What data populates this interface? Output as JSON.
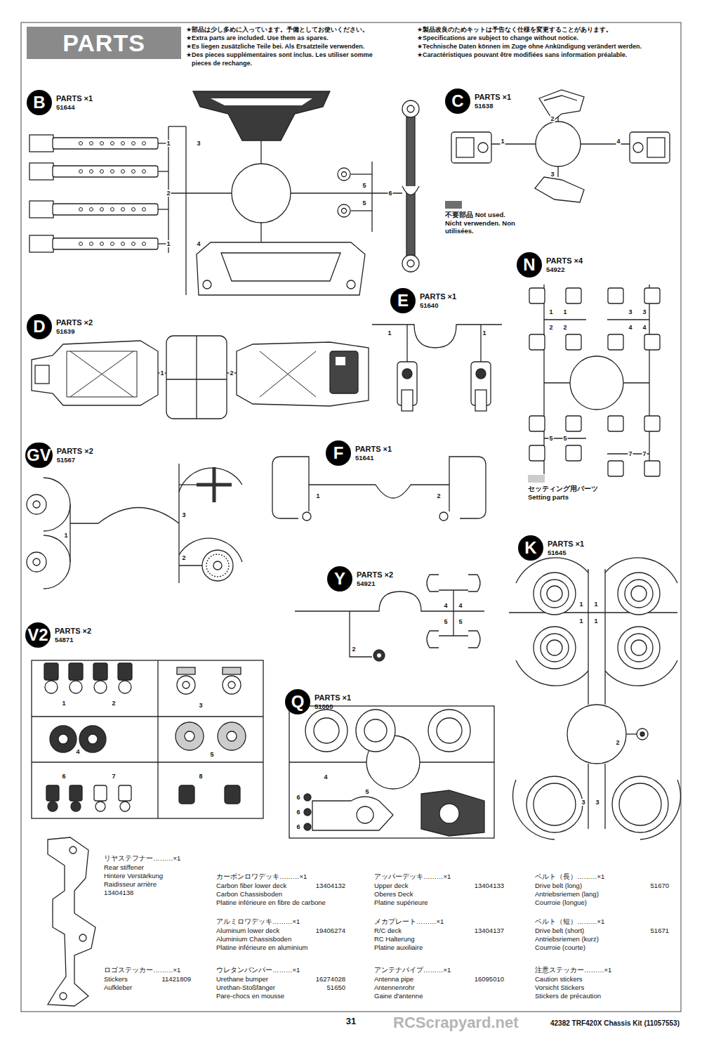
{
  "diagram": {
    "title": "PARTS",
    "nodes": [
      {
        "text": [
          "B",
          "PARTS ×1",
          "51644"
        ]
      },
      {
        "text": [
          "C",
          "PARTS ×1",
          "51638"
        ]
      },
      {
        "text": [
          "N",
          "PARTS ×4",
          "54922"
        ]
      },
      {
        "text": [
          "E",
          "PARTS ×1",
          "51640"
        ]
      },
      {
        "text": [
          "D",
          "PARTS ×2",
          "51639"
        ]
      },
      {
        "text": [
          "GV",
          "PARTS ×2",
          "51567"
        ]
      },
      {
        "text": [
          "F",
          "PARTS ×1",
          "51641"
        ]
      },
      {
        "text": [
          "K",
          "PARTS ×1",
          "51645"
        ]
      },
      {
        "text": [
          "Y",
          "PARTS ×2",
          "54921"
        ]
      },
      {
        "text": [
          "V2",
          "PARTS ×2",
          "54871"
        ]
      },
      {
        "text": [
          "Q",
          "PARTS ×1",
          "51000"
        ]
      }
    ],
    "labels": [
      "★部品は少し多めに入っています。予備としてお使いください。",
      "★Extra parts are included. Use them as spares.",
      "★Es liegen zusätzliche Teile bei. Als Ersatzteile verwenden.",
      "★Des pieces supplémentaires sont inclus. Les utiliser somme",
      "pieces de rechange.",
      "★製品改良のためキットは予告なく仕様を変更することがあります。",
      "★Specifications are subject to change without notice.",
      "★Technische Daten können im Zuge ohne Ankündigung verändert werden.",
      "★Caractéristiques pouvant être modifiées sans information préalable.",
      "1",
      "2",
      "1",
      "3",
      "4",
      "5",
      "5",
      "6",
      "1",
      "2",
      "3",
      "4",
      "1",
      "2",
      "1",
      "1",
      "1",
      "1",
      "3",
      "3",
      "2",
      "2",
      "4",
      "4",
      "5",
      "5",
      "7",
      "7",
      "1",
      "3",
      "2",
      "1",
      "2",
      "1",
      "1",
      "1",
      "1",
      "2",
      "3",
      "3",
      "4",
      "4",
      "5",
      "5",
      "2",
      "1",
      "2",
      "3",
      "4",
      "5",
      "6",
      "7",
      "8",
      "4",
      "5",
      "6",
      "6",
      "6",
      "リヤステフナー………×1",
      "Rear stiffener",
      "Hintere Verstärkung",
      "Raidisseur arrière",
      "13404138",
      "カーボンロワデッキ………×1",
      "Carbon fiber lower deck",
      "13404132",
      "Carbon Chassisboden",
      "Platine inférieure en fibre de carbone",
      "アッパーデッキ………×1",
      "Upper deck",
      "13404133",
      "Oberes Deck",
      "Platine supérieure",
      "ベルト（長）………×1",
      "Drive belt (long)",
      "51670",
      "Antriebsriemen (lang)",
      "Courroie (longue)",
      "アルミロワデッキ………×1",
      "Aluminum lower deck",
      "19406274",
      "Aluminium Chassisboden",
      "Platine inférieure en aluminium",
      "メカプレート………×1",
      "R/C deck",
      "13404137",
      "RC Halterung",
      "Platine auxiliaire",
      "ベルト（短）………×1",
      "Drive belt (short)",
      "51671",
      "Antriebsriemen (kurz)",
      "Courroie (courte)",
      "ロゴステッカー………×1",
      "Stickers",
      "11421809",
      "Aufkleber",
      "ウレタンバンパー………×1",
      "Urethane bumper",
      "16274028",
      "Urethan-Stoßfänger",
      "51650",
      "Pare-chocs en mousse",
      "アンテナパイプ………×1",
      "Antenna pipe",
      "16095010",
      "Antennenrohr",
      "Gaine d'antenne",
      "注意ステッカー………×1",
      "Caution stickers",
      "Vorsicht Stickers",
      "Stickers de précaution",
      "31",
      "42382 TRF420X Chassis Kit (11057553)",
      "RCScrapyard.net"
    ],
    "legend": [
      {
        "text": "不要部品 Not used. Nicht verwenden. Non utilisées.",
        "color": "#6e6e6e"
      },
      {
        "text": "セッティング用パーツ Setting parts",
        "color": "#cccccc"
      }
    ]
  }
}
